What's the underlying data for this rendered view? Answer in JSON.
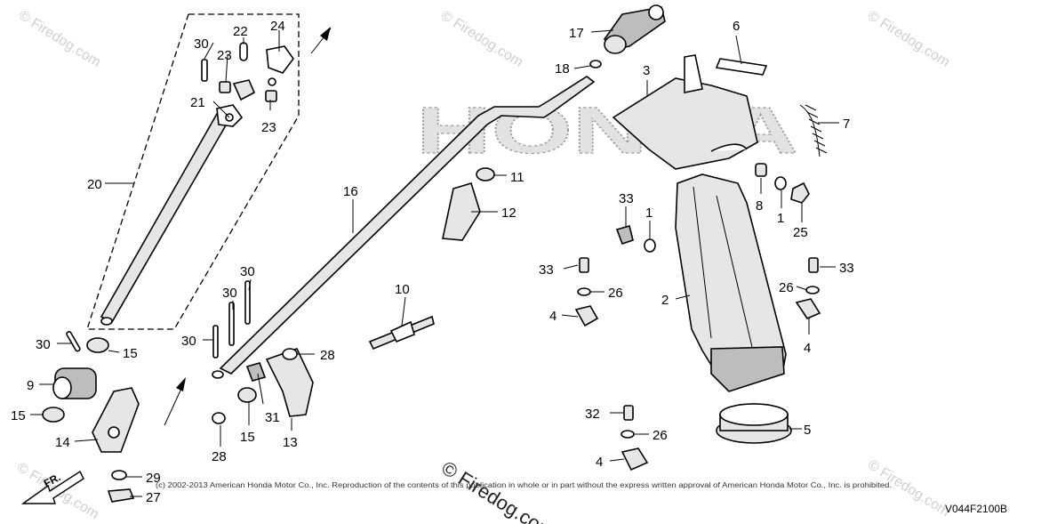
{
  "diagram_code": "V044F2100B",
  "copyright_notice": "(c) 2002-2013 American Honda Motor Co., Inc. Reproduction of the contents of this publication in whole or in part without the express written approval of American Honda Motor Co., Inc. is prohibited.",
  "brand_watermark": "HONDA",
  "site_watermark": "© Firedog.com",
  "front_marker": "FR.",
  "callouts": [
    "1",
    "1",
    "2",
    "3",
    "4",
    "4",
    "4",
    "5",
    "6",
    "7",
    "8",
    "9",
    "10",
    "11",
    "12",
    "13",
    "14",
    "15",
    "15",
    "15",
    "16",
    "17",
    "18",
    "20",
    "21",
    "22",
    "23",
    "23",
    "24",
    "25",
    "26",
    "26",
    "26",
    "27",
    "28",
    "28",
    "29",
    "30",
    "30",
    "30",
    "30",
    "30",
    "31",
    "32",
    "33",
    "33",
    "33"
  ]
}
